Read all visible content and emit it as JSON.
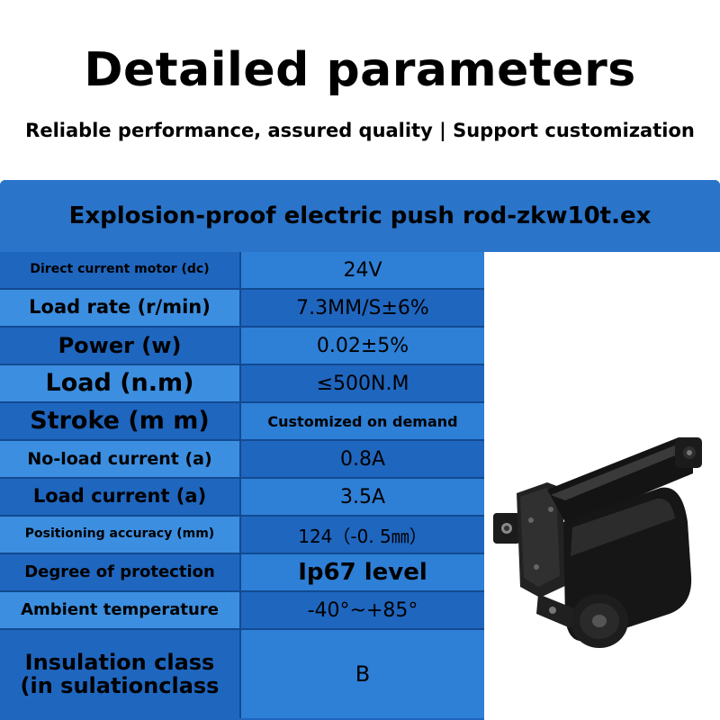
{
  "page": {
    "title": "Detailed parameters",
    "subtitle": "Reliable performance, assured quality | Support customization"
  },
  "table": {
    "header": "Explosion-proof electric push rod-zkw10t.ex",
    "rows": [
      {
        "label": "Direct current motor (dc)",
        "value": "24V"
      },
      {
        "label": "Load rate (r/min)",
        "value": "7.3MM/S±6%"
      },
      {
        "label": "Power (w)",
        "value": "0.02±5%"
      },
      {
        "label": "Load (n.m)",
        "value": "≤500N.M"
      },
      {
        "label": "Stroke (m m)",
        "value": "Customized on demand"
      },
      {
        "label": "No-load current (a)",
        "value": "0.8A"
      },
      {
        "label": "Load current (a)",
        "value": "3.5A"
      },
      {
        "label": "Positioning accuracy (mm)",
        "value": "124（-0. 5㎜）"
      },
      {
        "label": "Degree of protection",
        "value": "Ip67 level"
      },
      {
        "label": "Ambient temperature",
        "value": "-40°~+85°"
      },
      {
        "label": "Insulation class (in sulationclass",
        "value": "B"
      }
    ]
  },
  "product_image": {
    "icon": "electric-push-rod-motor-icon"
  }
}
